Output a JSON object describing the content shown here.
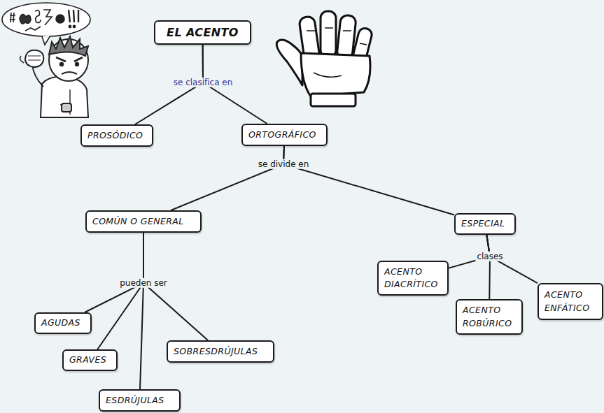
{
  "diagram": {
    "nodes": [
      {
        "text": [
          "EL ACENTO"
        ]
      },
      {
        "text": [
          "PROSÓDICO"
        ]
      },
      {
        "text": [
          "ORTOGRÁFICO"
        ]
      },
      {
        "text": [
          "COMÚN O GENERAL"
        ]
      },
      {
        "text": [
          "ESPECIAL"
        ]
      },
      {
        "text": [
          "AGUDAS"
        ]
      },
      {
        "text": [
          "GRAVES"
        ]
      },
      {
        "text": [
          "ESDRÚJULAS"
        ]
      },
      {
        "text": [
          "SOBRESDRÚJULAS"
        ]
      },
      {
        "text": [
          "ACENTO DIACRÍTICO"
        ]
      },
      {
        "text": [
          "ACENTO ROBÚRICO"
        ]
      },
      {
        "text": [
          "ACENTO ENFÁTICO"
        ]
      }
    ],
    "edges": [
      {
        "from": 0,
        "to": 1,
        "arrow": "none",
        "label": "se clasifica en"
      },
      {
        "from": 0,
        "to": 2,
        "arrow": "none"
      },
      {
        "from": 2,
        "to": 3,
        "arrow": "none",
        "label": "se divide en"
      },
      {
        "from": 2,
        "to": 4,
        "arrow": "none"
      },
      {
        "from": 3,
        "to": 5,
        "arrow": "none",
        "label": "pueden ser"
      },
      {
        "from": 3,
        "to": 6,
        "arrow": "none"
      },
      {
        "from": 3,
        "to": 7,
        "arrow": "none"
      },
      {
        "from": 3,
        "to": 8,
        "arrow": "none"
      },
      {
        "from": 4,
        "to": 9,
        "arrow": "none",
        "label": "clases"
      },
      {
        "from": 4,
        "to": 10,
        "arrow": "none"
      },
      {
        "from": 4,
        "to": 11,
        "arrow": "none"
      }
    ]
  }
}
